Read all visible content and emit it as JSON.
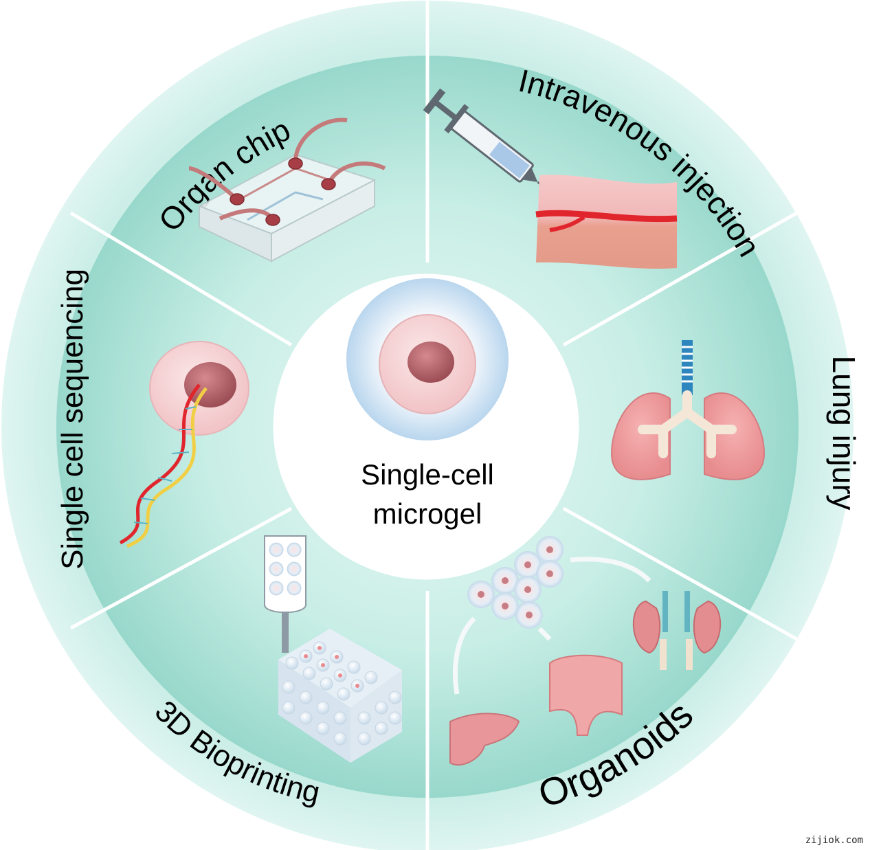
{
  "center": {
    "line1": "Single-cell",
    "line2": "microgel"
  },
  "segments": [
    {
      "key": "organ_chip",
      "label": "Organ chip"
    },
    {
      "key": "intravenous_injection",
      "label": "Intravenous injection"
    },
    {
      "key": "lung_injury",
      "label": "Lung injury"
    },
    {
      "key": "organoids",
      "label": "Organoids"
    },
    {
      "key": "bioprinting",
      "label": "3D Bioprinting"
    },
    {
      "key": "sequencing",
      "label": "Single cell sequencing"
    }
  ],
  "watermark": "zijiok.com",
  "colors": {
    "outer_ring": "#cdeee8",
    "inner_disk": "#a9e0d6",
    "divider": "#ffffff",
    "cell_pink": "#f3c9cc",
    "nucleus": "#b8646a",
    "blood_red": "#e0262c"
  }
}
